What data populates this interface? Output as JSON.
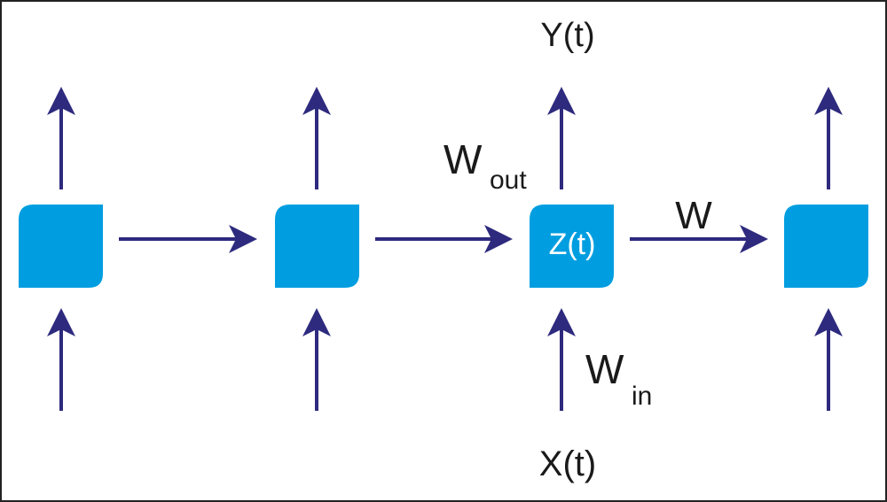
{
  "colors": {
    "node_fill": "#009ee0",
    "arrow": "#2e2a7e",
    "text": "#1a1a1a",
    "node_text": "#ffffff",
    "border": "#222222"
  },
  "labels": {
    "output": "Y(t)",
    "input": "X(t)",
    "state": "Z(t)",
    "recurrent_weight": "W",
    "output_weight_main": "W",
    "output_weight_sub": "out",
    "input_weight_main": "W",
    "input_weight_sub": "in"
  }
}
